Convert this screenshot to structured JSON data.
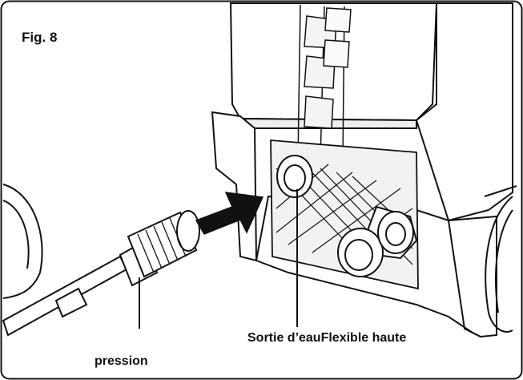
{
  "figure": {
    "title": "Fig. 8",
    "labels": {
      "water_outlet": "Sortie d’eauFlexible haute",
      "pressure": "pression"
    },
    "colors": {
      "line": "#111111",
      "arrow": "#111111",
      "background": "#ffffff"
    }
  }
}
